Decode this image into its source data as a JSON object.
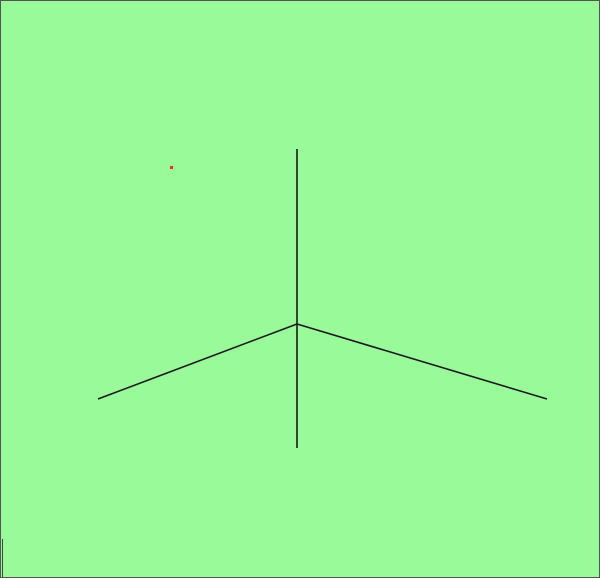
{
  "canvas": {
    "background_color": "#99fa99",
    "border_color": "#555555"
  },
  "scene": {
    "line_color": "#1a1a1a",
    "marker_color": "#ff2b1a",
    "text_cursor_color": "#444444",
    "elements": [
      "vertical-line",
      "left-arm-line",
      "right-arm-line",
      "red-marker-dot",
      "text-cursor"
    ]
  }
}
